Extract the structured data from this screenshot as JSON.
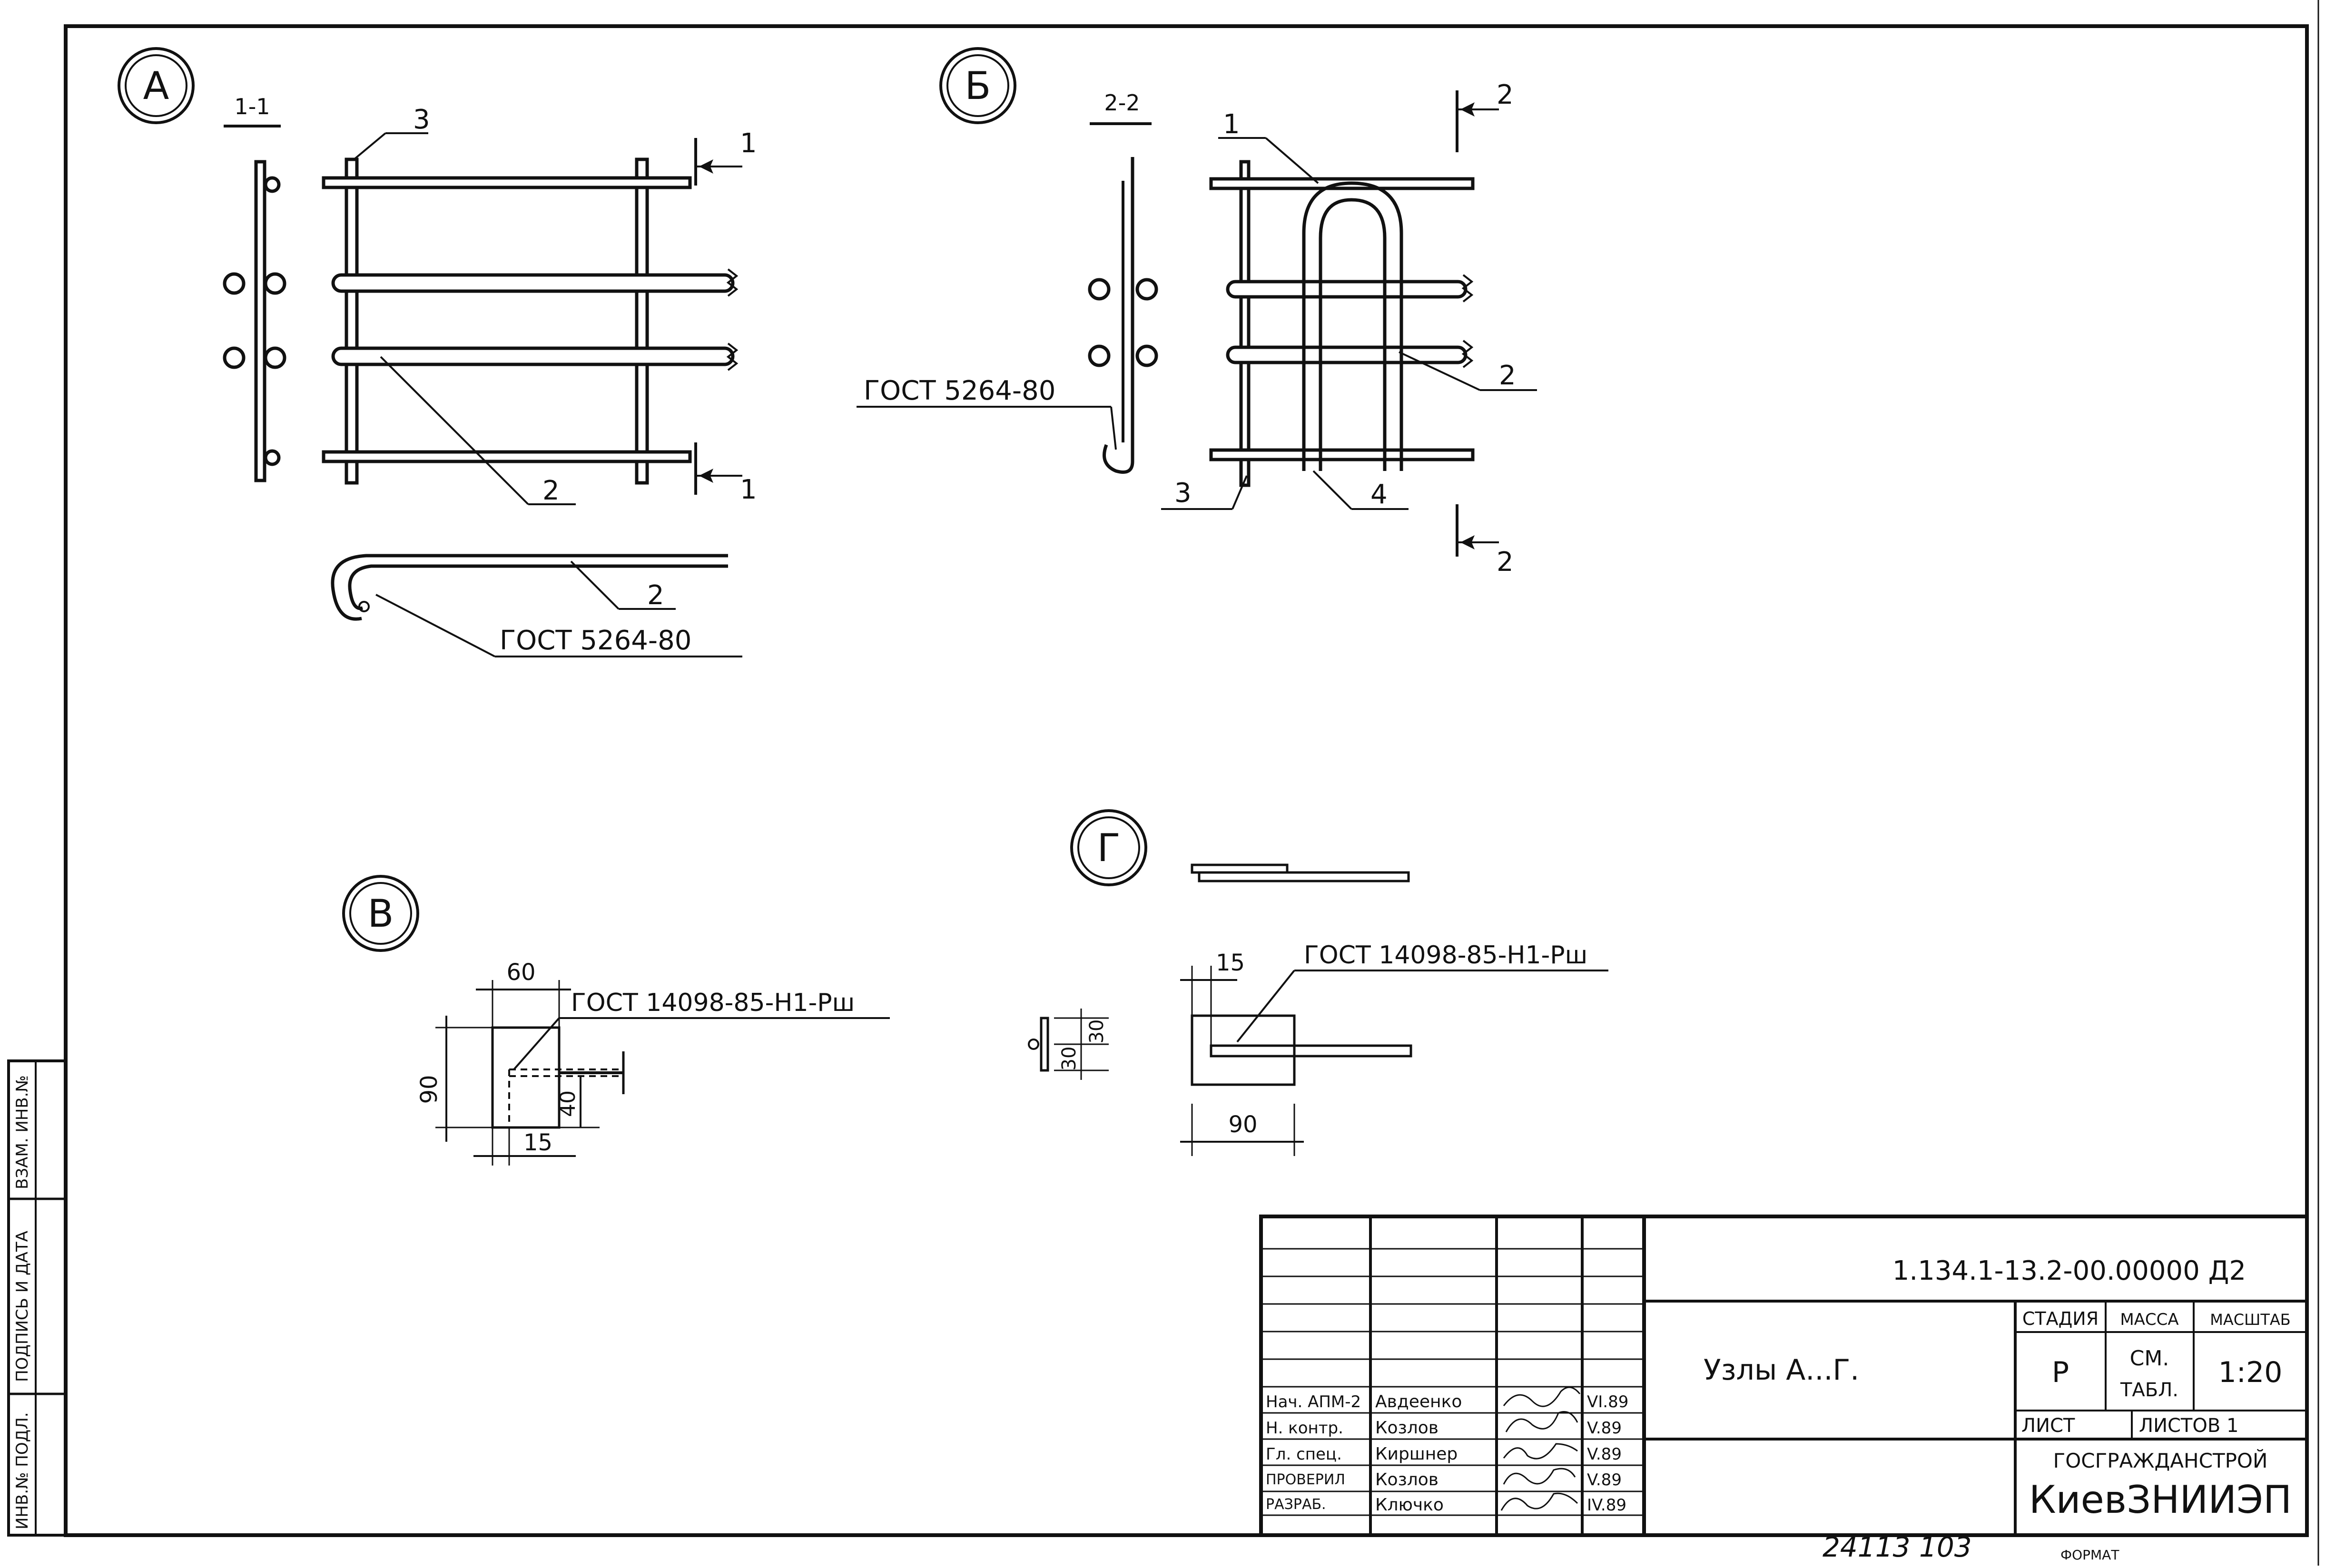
{
  "nodes": {
    "A": {
      "marker": "А",
      "section": "1-1",
      "cut_mark": "1",
      "pos": {
        "rod_top": "3",
        "rod_mid": "2",
        "rod_bent": "2"
      },
      "gost": "ГОСТ 5264-80"
    },
    "B": {
      "marker": "Б",
      "section": "2-2",
      "cut_mark": "2",
      "pos": {
        "p1": "1",
        "p2": "2",
        "p3": "3",
        "p4": "4"
      },
      "gost": "ГОСТ 5264-80"
    },
    "V": {
      "marker": "В",
      "gost": "ГОСТ 14098-85-Н1-Рш",
      "dims": {
        "width": "60",
        "height": "90",
        "offset": "15",
        "depth": "40"
      }
    },
    "G": {
      "marker": "Г",
      "gost": "ГОСТ 14098-85-Н1-Рш",
      "dims": {
        "offset": "15",
        "width": "90",
        "h1": "30",
        "h2": "30"
      }
    }
  },
  "title_block": {
    "doc_code": "1.134.1-13.2-00.00000 Д2",
    "title": "Узлы А...Г.",
    "stage_label": "СТАДИЯ",
    "mass_label": "МАССА",
    "scale_label": "МАСШТАБ",
    "stage": "Р",
    "mass_line1": "СМ.",
    "mass_line2": "ТАБЛ.",
    "scale": "1:20",
    "sheet_label": "ЛИСТ",
    "sheets_label": "ЛИСТОВ 1",
    "org_line1": "ГОСГРАЖДАНСТРОЙ",
    "org_line2": "КиевЗНИИЭП",
    "signatures": [
      {
        "role": "Нач. АПМ-2",
        "name": "Авдеенко",
        "date": "VI.89"
      },
      {
        "role": "Н. контр.",
        "name": "Козлов",
        "date": "V.89"
      },
      {
        "role": "Гл. спец.",
        "name": "Киршнер",
        "date": "V.89"
      },
      {
        "role": "ПРОВЕРИЛ",
        "name": "Козлов",
        "date": "V.89"
      },
      {
        "role": "РАЗРАБ.",
        "name": "Ключко",
        "date": "IV.89"
      }
    ]
  },
  "side_stamp": {
    "inv_podl": "ИНВ.№ ПОДЛ.",
    "sign_date": "ПОДПИСЬ И ДАТА",
    "vzam": "ВЗАМ. ИНВ.№"
  },
  "footer": {
    "handwritten": "24113  103",
    "format": "ФОРМАТ"
  }
}
